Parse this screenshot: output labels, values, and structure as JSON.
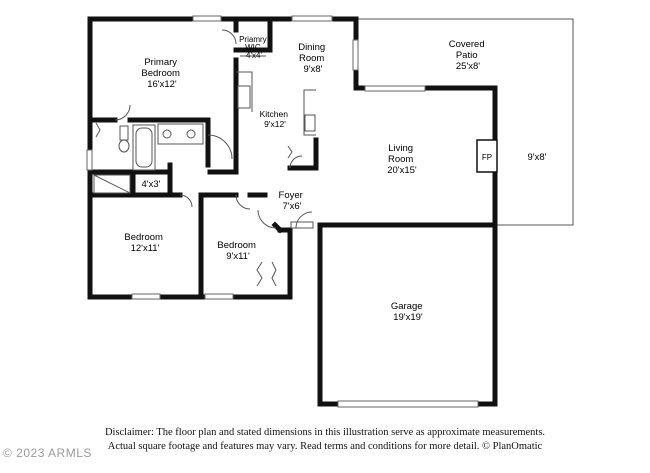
{
  "rooms": [
    {
      "id": "primary-bedroom",
      "name": "Primary Bedroom",
      "lines": [
        "Primary",
        "Bedroom",
        "16'x12'"
      ]
    },
    {
      "id": "primary-wic",
      "name": "Priamry WIC",
      "lines": [
        "Priamry",
        "WIC",
        "4'x4'"
      ]
    },
    {
      "id": "dining-room",
      "name": "Dining Room",
      "lines": [
        "Dining",
        "Room",
        "9'x8'"
      ]
    },
    {
      "id": "covered-patio",
      "name": "Covered Patio",
      "lines": [
        "Covered",
        "Patio",
        "25'x8'"
      ]
    },
    {
      "id": "kitchen",
      "name": "Kitchen",
      "lines": [
        "Kitchen",
        "9'x12'"
      ]
    },
    {
      "id": "living-room",
      "name": "Living Room",
      "lines": [
        "Living",
        "Room",
        "20'x15'"
      ]
    },
    {
      "id": "fireplace",
      "name": "FP",
      "lines": [
        "FP"
      ]
    },
    {
      "id": "patio-side",
      "name": "9'x8'",
      "lines": [
        "9'x8'"
      ]
    },
    {
      "id": "closet",
      "name": "4'x3'",
      "lines": [
        "4'x3'"
      ]
    },
    {
      "id": "foyer",
      "name": "Foyer",
      "lines": [
        "Foyer",
        "7'x6'"
      ]
    },
    {
      "id": "bedroom-2",
      "name": "Bedroom",
      "lines": [
        "Bedroom",
        "12'x11'"
      ]
    },
    {
      "id": "bedroom-3",
      "name": "Bedroom",
      "lines": [
        "Bedroom",
        "9'x11'"
      ]
    },
    {
      "id": "garage",
      "name": "Garage",
      "lines": [
        "Garage",
        "19'x19'"
      ]
    }
  ],
  "disclaimer": {
    "line1": "Disclaimer: The floor plan and stated dimensions in this illustration serve as approximate measurements.",
    "line2": "Actual square footage and features may vary. Read terms and conditions for more detail. © PlanOmatic"
  },
  "copyright": "© 2023 ARMLS"
}
